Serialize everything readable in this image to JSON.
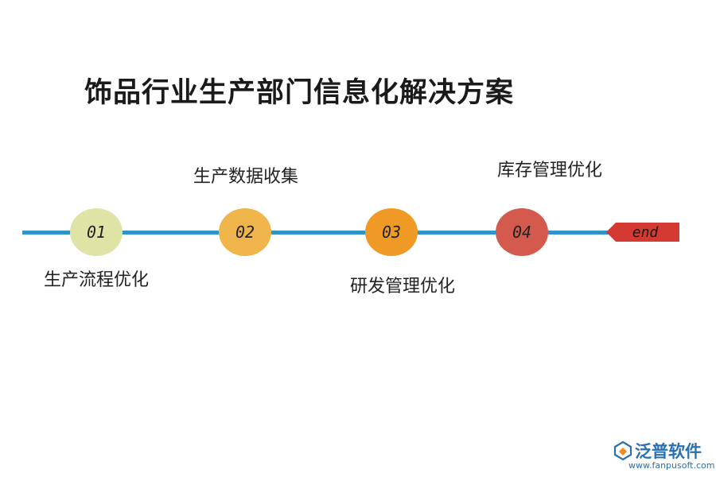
{
  "title": "饰品行业生产部门信息化解决方案",
  "steps": [
    {
      "number": "01",
      "label": "生产流程优化",
      "color": "#dfe3a6"
    },
    {
      "number": "02",
      "label": "生产数据收集",
      "color": "#f0b54a"
    },
    {
      "number": "03",
      "label": "研发管理优化",
      "color": "#ef9a25"
    },
    {
      "number": "04",
      "label": "库存管理优化",
      "color": "#d35a4c"
    }
  ],
  "end_label": "end",
  "line_color": "#2f95c8",
  "end_color": "#d43a32",
  "logo": {
    "name": "泛普软件",
    "url": "www.fanpusoft.com"
  }
}
